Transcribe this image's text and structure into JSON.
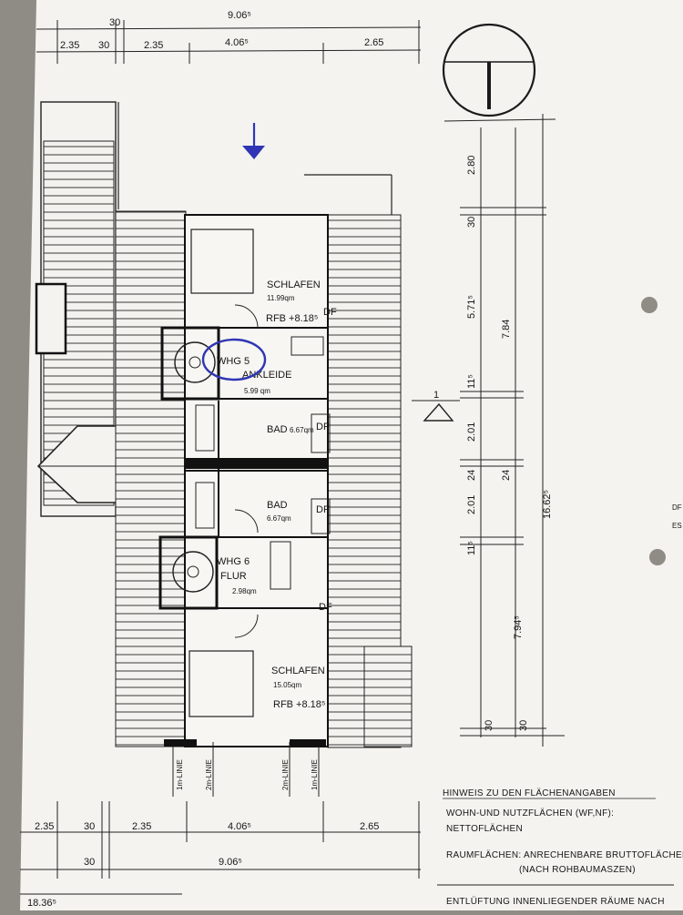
{
  "dimensions": {
    "top": {
      "d30": "30",
      "total": "9.06⁵",
      "a": "2.35",
      "b": "30",
      "c": "2.35",
      "d": "4.06⁵",
      "e": "2.65"
    },
    "right": {
      "a": "2.80",
      "b": "30",
      "c": "5.71⁵",
      "d": "7.84",
      "e": "11⁵",
      "f": "2.01",
      "g": "24",
      "h": "24",
      "i": "2.01",
      "j": "11⁵",
      "k": "16.62⁵",
      "l": "7.94⁵",
      "m": "30",
      "n": "30"
    },
    "bottom": {
      "a": "2.35",
      "b": "30",
      "c": "2.35",
      "d": "4.06⁵",
      "e": "2.65",
      "f": "30",
      "total": "9.06⁵",
      "overall": "18.36⁵"
    }
  },
  "section_marker": "1",
  "labels": {
    "df": "DF"
  },
  "rooms": {
    "schlafen_upper": {
      "name": "SCHLAFEN",
      "area": "11.99qm",
      "rfb": "RFB +8.18⁵"
    },
    "whg5": {
      "unit": "WHG 5",
      "name": "ANKLEIDE",
      "area": "5.99 qm"
    },
    "bad_upper": {
      "name": "BAD",
      "area": "6.67qm"
    },
    "bad_lower": {
      "name": "BAD",
      "area": "6.67qm"
    },
    "whg6": {
      "unit": "WHG 6",
      "name": "FLUR",
      "area": "2.98qm"
    },
    "schlafen_lower": {
      "name": "SCHLAFEN",
      "area": "15.05qm",
      "rfb": "RFB +8.18⁵"
    }
  },
  "height_lines": [
    "1m-LINIE",
    "2m-LINIE",
    "2m-LINIE",
    "1m-LINIE"
  ],
  "notes": {
    "heading": "HINWEIS ZU DEN FLÄCHENANGABEN",
    "line1": "WOHN-UND NUTZFLÄCHEN (WF,NF):",
    "line2": "NETTOFLÄCHEN",
    "line3": "RAUMFLÄCHEN: ANRECHENBARE BRUTTOFLÄCHEN",
    "line4": "(NACH ROHBAUMASZEN)",
    "line5": "ENTLÜFTUNG INNENLIEGENDER RÄUME NACH"
  },
  "edge_text": [
    "DF",
    "ES"
  ],
  "colors": {
    "paper": "#f4f3ef",
    "ink": "#161616",
    "annotation_blue": "#2f35b5",
    "background": "#8f8b85"
  }
}
